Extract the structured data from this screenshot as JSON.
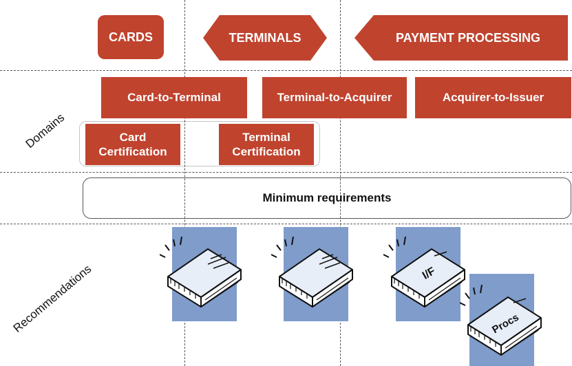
{
  "top_row": {
    "cards": "CARDS",
    "terminals": "TERMINALS",
    "payment_processing": "PAYMENT PROCESSING"
  },
  "domains": {
    "label": "Domains",
    "card_to_terminal": "Card-to-Terminal",
    "terminal_to_acquirer": "Terminal-to-Acquirer",
    "acquirer_to_issuer": "Acquirer-to-Issuer",
    "card_certification": "Card\nCertification",
    "terminal_certification": "Terminal\nCertification"
  },
  "minimum_requirements": "Minimum requirements",
  "recommendations": {
    "label": "Recommendations",
    "book_labels": [
      "",
      "",
      "I/F",
      "Procs"
    ]
  },
  "colors": {
    "block_red": "#c0432e",
    "book_backdrop_blue": "#7f9ccb"
  },
  "icons": [
    "book-icon",
    "book-icon",
    "book-icon",
    "book-icon"
  ]
}
